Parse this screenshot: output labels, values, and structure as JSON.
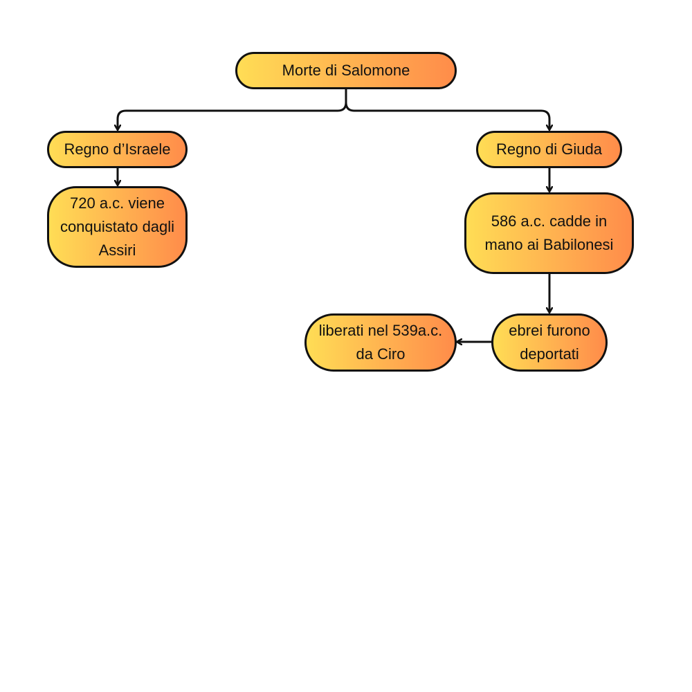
{
  "colors": {
    "node_fill_start": "#ffdd55",
    "node_fill_end": "#ff8c4a",
    "stroke": "#111111",
    "background": "#ffffff"
  },
  "nodes": {
    "root": {
      "label": "Morte di Salomone"
    },
    "israel": {
      "label": "Regno d’Israele"
    },
    "israel_fall": {
      "label": "720 a.c. viene conquistato dagli Assiri"
    },
    "judah": {
      "label": "Regno di Giuda"
    },
    "judah_fall": {
      "label": "586 a.c. cadde in mano ai Babilonesi"
    },
    "deported": {
      "label": "ebrei furono deportati"
    },
    "freed": {
      "label": "liberati nel 539a.c. da Ciro"
    }
  }
}
